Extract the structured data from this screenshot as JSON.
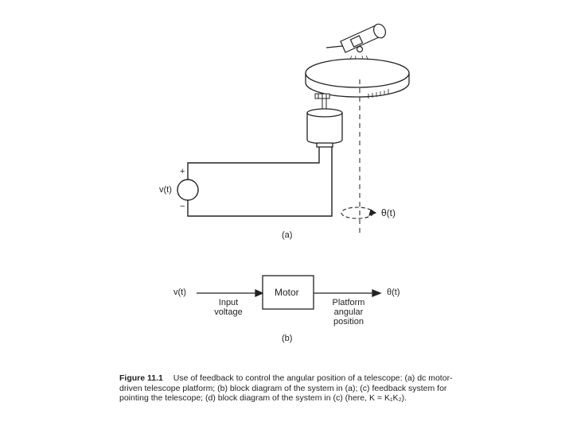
{
  "diagram_a": {
    "source_label": "v(t)",
    "plus_sign": "+",
    "minus_sign": "−",
    "angle_label": "θ(t)",
    "part_label": "(a)"
  },
  "diagram_b": {
    "input_signal": "v(t)",
    "block_label": "Motor",
    "output_signal": "θ(t)",
    "input_caption": [
      "Input",
      "voltage"
    ],
    "output_caption": [
      "Platform",
      "angular",
      "position"
    ],
    "part_label": "(b)"
  },
  "caption": {
    "figure_label": "Figure 11.1",
    "text": "Use of feedback to control the angular position of a telescope: (a) dc motor-driven telescope platform; (b) block diagram of the system in (a); (c) feedback system for pointing the telescope; (d) block diagram of the system in (c) (here, K = K₁K₂)."
  }
}
